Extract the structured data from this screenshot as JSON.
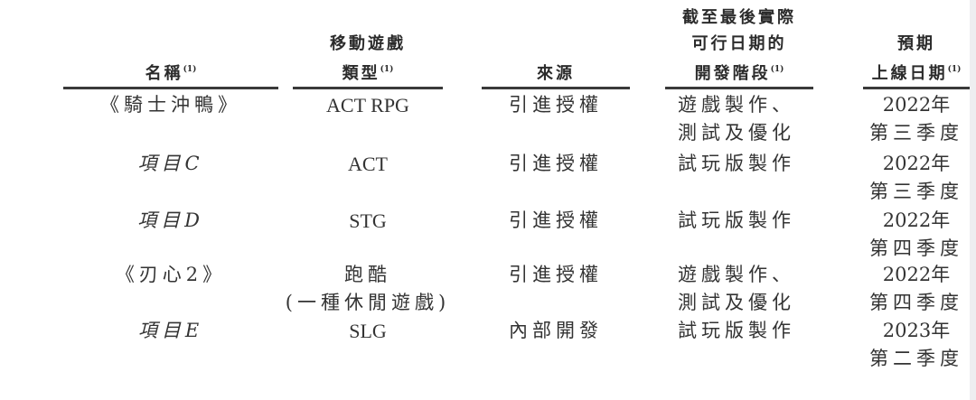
{
  "table": {
    "headers": [
      {
        "lines": [
          "名稱"
        ],
        "note": "(1)"
      },
      {
        "lines": [
          "移動遊戲",
          "類型"
        ],
        "note": "(1)"
      },
      {
        "lines": [
          "來源"
        ],
        "note": ""
      },
      {
        "lines": [
          "截至最後實際",
          "可行日期的",
          "開發階段"
        ],
        "note": "(1)"
      },
      {
        "lines": [
          "預期",
          "上線日期"
        ],
        "note": "(1)"
      }
    ],
    "rows": [
      {
        "name": "《騎士沖鴨》",
        "name_italic": false,
        "type": [
          "ACT RPG"
        ],
        "source": "引進授權",
        "stage": [
          "遊戲製作、",
          "測試及優化"
        ],
        "launch": [
          "2022年",
          "第三季度"
        ]
      },
      {
        "name": "項目C",
        "name_italic": true,
        "type": [
          "ACT"
        ],
        "source": "引進授權",
        "stage": [
          "試玩版製作"
        ],
        "launch": [
          "2022年",
          "第三季度"
        ]
      },
      {
        "name": "項目D",
        "name_italic": true,
        "type": [
          "STG"
        ],
        "source": "引進授權",
        "stage": [
          "試玩版製作"
        ],
        "launch": [
          "2022年",
          "第四季度"
        ]
      },
      {
        "name": "《刃心2》",
        "name_italic": false,
        "type": [
          "跑酷",
          "(一種休閒遊戲)"
        ],
        "source": "引進授權",
        "stage": [
          "遊戲製作、",
          "測試及優化"
        ],
        "launch": [
          "2022年",
          "第四季度"
        ]
      },
      {
        "name": "項目E",
        "name_italic": true,
        "type": [
          "SLG"
        ],
        "source": "內部開發",
        "stage": [
          "試玩版製作"
        ],
        "launch": [
          "2023年",
          "第二季度"
        ]
      }
    ]
  },
  "colors": {
    "text": "#333333",
    "rule": "#3a3a3a",
    "edge": "#eeeef0"
  }
}
